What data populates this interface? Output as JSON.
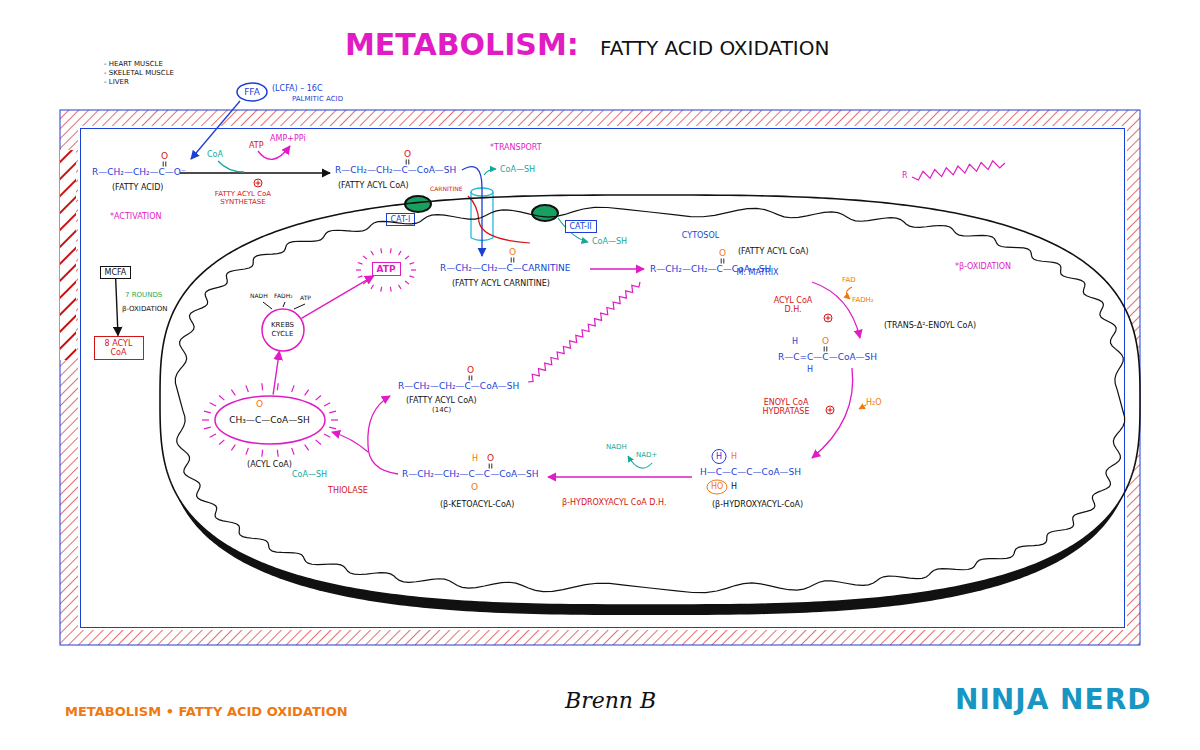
{
  "diagram": {
    "title": "METABOLISM:",
    "caption": "METABOLISM • FATTY ACID OXIDATION",
    "nodes": [
      {
        "text": [
          "FFA"
        ]
      },
      {
        "text": [
          "CYTOSOL"
        ]
      },
      {
        "text": [
          "MCFA"
        ],
        "in": 1
      },
      {
        "text": [
          "8 ACYL CoA"
        ],
        "in": 1
      },
      {
        "text": [
          "CAT-I"
        ],
        "in": 1
      },
      {
        "text": [
          "M. MATRIX"
        ],
        "in": 1
      },
      {
        "text": [
          "CAT-II"
        ],
        "in": 5
      },
      {
        "text": [
          "ATP"
        ],
        "in": 5
      },
      {
        "text": [
          "KREBS CYCLE"
        ],
        "in": 5
      },
      {
        "text": [
          "CH₃—C—CoA—SH",
          "(ACYL CoA)"
        ],
        "in": 5
      }
    ],
    "edges": [
      {
        "from": 2,
        "to": 3,
        "arrow": "to",
        "label": "7 ROUNDS"
      },
      {
        "from": 9,
        "to": 8,
        "arrow": "to"
      },
      {
        "from": 8,
        "to": 7,
        "arrow": "to"
      }
    ],
    "labels": [
      "FATTY ACID OXIDATION",
      "- HEART MUSCLE",
      "- SKELETAL MUSCLE",
      "- LIVER",
      "(LCFA) – 16C",
      "PALMITIC ACID",
      "R—CH₂—CH₂—C—O⁻",
      "O",
      "(FATTY ACID)",
      "CoA",
      "ATP",
      "AMP+PPi",
      "FATTY ACYL CoA SYNTHETASE",
      "*ACTIVATION",
      "R—CH₂—CH₂—C—CoA—SH",
      "O",
      "(FATTY ACYL CoA)",
      "CARNITINE",
      "*TRANSPORT",
      "CoA—SH",
      "R—CH₂—CH₂—C—CARNITINE",
      "O",
      "(FATTY ACYL CARNITINE)",
      "CoA—SH",
      "R—CH₂—CH₂—C—CoA—SH",
      "O",
      "(FATTY ACYL CoA)",
      "*β-OXIDATION",
      "FAD",
      "FADH₂",
      "ACYL CoA D.H.",
      "R—C=C—C—CoA—SH",
      "H",
      "H",
      "O",
      "(TRANS-Δ²-ENOYL CoA)",
      "ENOYL CoA HYDRATASE",
      "H₂O",
      "H—C—C—C—CoA—SH",
      "H",
      "H",
      "HO",
      "H",
      "(β-HYDROXYACYL-CoA)",
      "NADH",
      "NAD+",
      "β-HYDROXYACYL CoA D.H.",
      "R—CH₂—CH₂—C—C—CoA—SH",
      "H",
      "O",
      "O",
      "(β-KETOACYL-CoA)",
      "THIOLASE",
      "CoA—SH",
      "O",
      "R—CH₂—CH₂—C—CoA—SH",
      "O",
      "(FATTY ACYL CoA)",
      "(14C)",
      "NADH",
      "FADH₂",
      "ATP",
      "β-OXIDATION",
      "R",
      "Brenn B",
      "NINJA NERD"
    ]
  }
}
